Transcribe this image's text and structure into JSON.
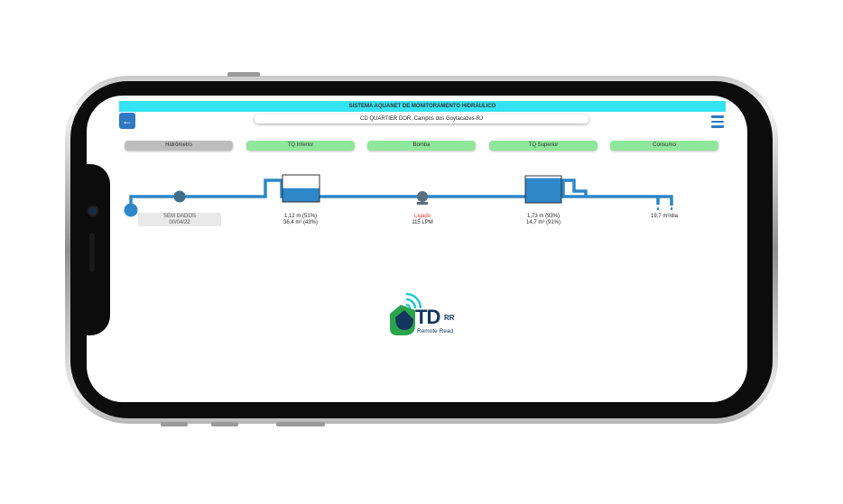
{
  "header": {
    "system_title": "SISTEMA AQUANET DE MONITORAMENTO HIDRÁULICO",
    "location": "CD QUARTIER DOR, Campos dos Goytacazes-RJ",
    "back_icon": "arrow-left-icon",
    "menu_icon": "hamburger-menu-icon"
  },
  "tabs": [
    {
      "label": "Hidrômetro",
      "state": "inactive",
      "color": "#bdbdbd"
    },
    {
      "label": "TQ Inferior",
      "state": "active",
      "color": "#8ee79b"
    },
    {
      "label": "Bomba",
      "state": "active",
      "color": "#8ee79b"
    },
    {
      "label": "TQ Superior",
      "state": "active",
      "color": "#8ee79b"
    },
    {
      "label": "Consumo",
      "state": "active",
      "color": "#8ee79b"
    }
  ],
  "diagram": {
    "hydrometer": {
      "status": "SEM DADOS",
      "date": "00/04/22"
    },
    "lower_tank": {
      "level": "1,12 m (51%)",
      "volume": "36,4 m³ (43%)",
      "fill_fraction": 0.51
    },
    "pump": {
      "status": "Ligado",
      "flow": "115 LPM",
      "status_color": "#e43b2f"
    },
    "upper_tank": {
      "level": "1,73 m (93%)",
      "volume": "14,7 m³ (91%)",
      "fill_fraction": 0.93
    },
    "consumption": {
      "value": "19,7 m³/dia"
    }
  },
  "logo": {
    "brand": "TD",
    "suffix": "RR",
    "tagline": "Remote Read"
  },
  "colors": {
    "pipe": "#2d87c9",
    "accent": "#35e2f2",
    "ok": "#8ee79b",
    "off": "#bdbdbd"
  }
}
